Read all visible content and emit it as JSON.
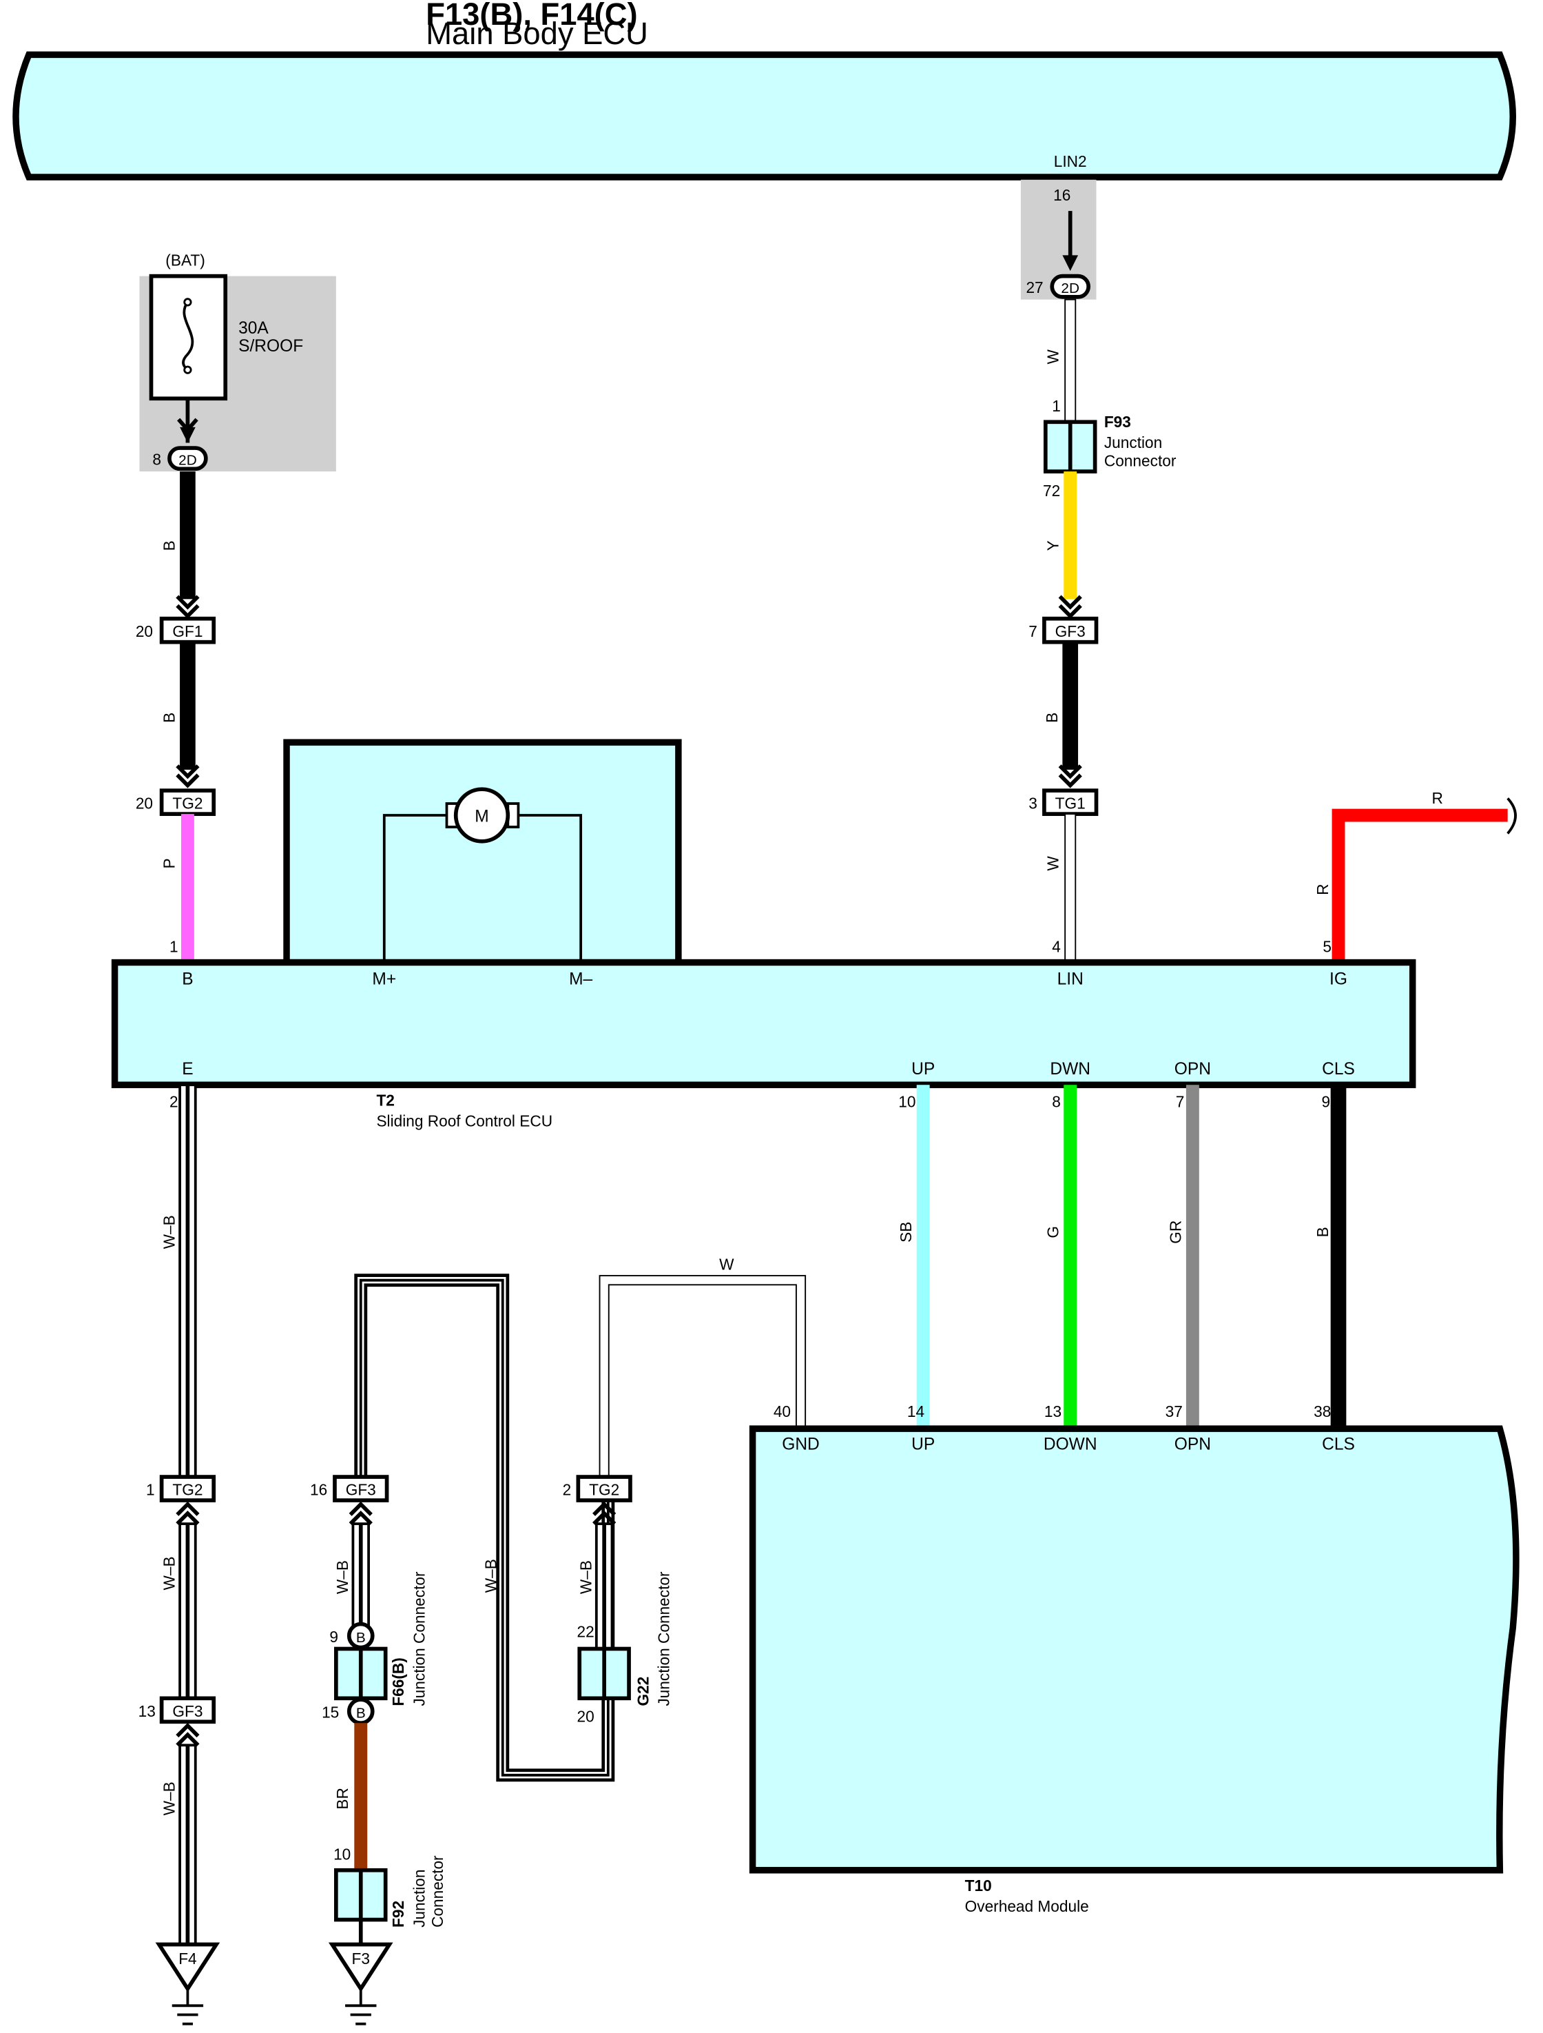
{
  "components": {
    "main_body_ecu": {
      "id": "F13(B), F14(C)",
      "name": "Main Body ECU",
      "pin_label": "LIN2",
      "pin": "16"
    },
    "fuse": {
      "supply": "(BAT)",
      "rating": "30A",
      "name": "S/ROOF"
    },
    "sliding_roof_ecu": {
      "id": "T2",
      "name": "Sliding Roof Control ECU",
      "terminals": {
        "b": "B",
        "m_plus": "M+",
        "m_minus": "M–",
        "lin": "LIN",
        "ig": "IG",
        "e": "E",
        "up": "UP",
        "dwn": "DWN",
        "opn": "OPN",
        "cls": "CLS"
      },
      "pins": {
        "b": "1",
        "lin": "4",
        "ig": "5",
        "e": "2",
        "up": "10",
        "dwn": "8",
        "opn": "7",
        "cls": "9"
      }
    },
    "motor": {
      "label": "M"
    },
    "overhead_module": {
      "id": "T10",
      "name": "Overhead Module",
      "terminals": {
        "gnd": "GND",
        "up": "UP",
        "down": "DOWN",
        "opn": "OPN",
        "cls": "CLS"
      },
      "pins": {
        "gnd": "40",
        "up": "14",
        "down": "13",
        "opn": "37",
        "cls": "38"
      }
    },
    "f93": {
      "id": "F93",
      "line1": "Junction",
      "line2": "Connector",
      "pin_top": "1",
      "pin_bottom": "72"
    },
    "f66": {
      "id": "F66(B)",
      "desc": "Junction Connector",
      "pin_top": "9",
      "pin_bottom": "15",
      "terminal_mark": "B"
    },
    "g22": {
      "id": "G22",
      "desc": "Junction Connector",
      "pin_top": "22",
      "pin_bottom": "20"
    },
    "f92": {
      "id": "F92",
      "line1": "Junction",
      "line2": "Connector",
      "pin": "10"
    },
    "ground_f4": {
      "label": "F4"
    },
    "ground_f3": {
      "label": "F3"
    }
  },
  "connectors": {
    "fuse_2d": {
      "label": "2D",
      "pin": "8"
    },
    "lin_2d": {
      "label": "2D",
      "pin": "27"
    },
    "gf1": {
      "label": "GF1",
      "pin": "20"
    },
    "tg2_b": {
      "label": "TG2",
      "pin": "20"
    },
    "gf3_lin": {
      "label": "GF3",
      "pin": "7"
    },
    "tg1": {
      "label": "TG1",
      "pin": "3"
    },
    "tg2_e": {
      "label": "TG2",
      "pin": "1"
    },
    "gf3_e": {
      "label": "GF3",
      "pin": "13"
    },
    "gf3_f66": {
      "label": "GF3",
      "pin": "16"
    },
    "tg2_g22": {
      "label": "TG2",
      "pin": "2"
    }
  },
  "wires": {
    "b1": "B",
    "b2": "B",
    "p": "P",
    "w_lin1": "W",
    "y": "Y",
    "b_lin": "B",
    "w_lin2": "W",
    "r_v": "R",
    "r_h": "R",
    "wb_e1": "W–B",
    "wb_e2": "W–B",
    "wb_e3": "W–B",
    "wb_f66": "W–B",
    "br": "BR",
    "wb_loop": "W–B",
    "wb_g22": "W–B",
    "w_gnd": "W",
    "sb": "SB",
    "g": "G",
    "gr": "GR",
    "b_cls": "B"
  },
  "colors": {
    "fill": "#ccffff",
    "shade": "#d0d0d0",
    "pink": "#ff66ff",
    "yellow": "#ffdd00",
    "red": "#ff0000",
    "brown": "#993300",
    "sky": "#99ffff",
    "green": "#00ee00",
    "gray": "#888888"
  }
}
